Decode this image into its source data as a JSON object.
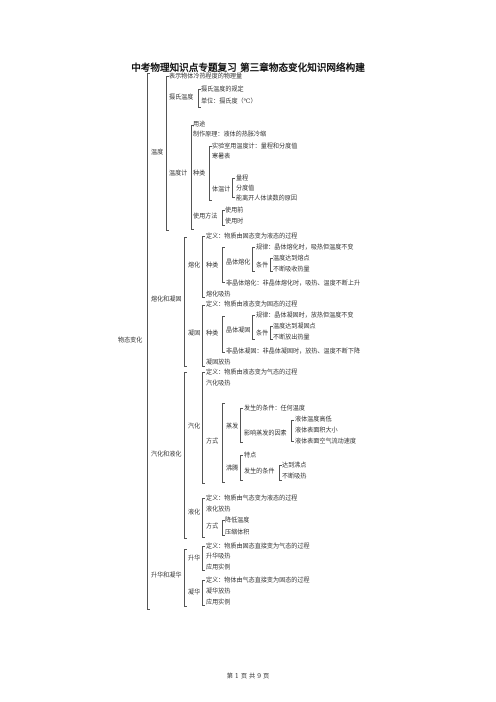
{
  "doc": {
    "title": "中考物理知识点专题复习  第三章物态变化知识网络构建",
    "footer": "第 1 页 共 9 页"
  },
  "tree": {
    "root": "物态变化",
    "temp": {
      "label": "温度",
      "intro": "表示物体冷热程度的物理量",
      "celsius": {
        "label": "摄氏温度",
        "def": "摄氏温度的规定",
        "unit": "单位：摄氏度（℃）"
      },
      "thermo": {
        "label": "温度计",
        "use": "用途",
        "principle": "制作原理：液体的热胀冷缩",
        "kinds": {
          "label": "种类",
          "lab": "实验室用温度计：量程和分度值",
          "cold": "寒暑表",
          "body": {
            "label": "体温计",
            "range": "量程",
            "div": "分度值",
            "reason": "能离开人体读数的原因"
          }
        },
        "method": {
          "label": "使用方法",
          "before": "使用前",
          "during": "使用时"
        }
      }
    },
    "melt": {
      "label": "熔化和凝固",
      "melting": {
        "label": "熔化",
        "def": "定义：物质由固态变为液态的过程",
        "kinds": "种类",
        "crystal": {
          "label": "晶体熔化",
          "rule": "规律：晶体熔化时，吸热但温度不变",
          "cond": {
            "label": "条件",
            "a": "温度达到熔点",
            "b": "不断吸收热量"
          }
        },
        "noncrystal": "非晶体熔化：非晶体熔化时，吸热、温度不断上升",
        "heat": "熔化吸热"
      },
      "freezing": {
        "label": "凝固",
        "def": "定义：物质由液态变为固态的过程",
        "kinds": "种类",
        "crystal": {
          "label": "晶体凝固",
          "rule": "规律：晶体凝固时，放热但温度不变",
          "cond": {
            "label": "条件",
            "a": "温度达到凝固点",
            "b": "不断放出热量"
          }
        },
        "noncrystal": "非晶体凝固：非晶体凝固时，放热、温度不断下降",
        "heat": "凝固放热"
      }
    },
    "vapor": {
      "label": "汽化和液化",
      "vaporize": {
        "label": "汽化",
        "def": "定义：物质由液态变为气态的过程",
        "heat": "汽化吸热",
        "ways": {
          "label": "方式",
          "evap": {
            "label": "蒸发",
            "cond": "发生的条件：任何温度",
            "factors": {
              "label": "影响蒸发的因素",
              "a": "液体温度高低",
              "b": "液体表面积大小",
              "c": "液体表面空气流动速度"
            }
          },
          "boil": {
            "label": "沸腾",
            "feature": "特点",
            "cond": {
              "label": "发生的条件",
              "a": "达到沸点",
              "b": "不断吸热"
            }
          }
        }
      },
      "liquefy": {
        "label": "液化",
        "def": "定义：物质由气态变为液态的过程",
        "heat": "液化放热",
        "ways": {
          "label": "方式",
          "a": "降低温度",
          "b": "压缩体积"
        }
      }
    },
    "sub": {
      "label": "升华和凝华",
      "sublimate": {
        "label": "升华",
        "def": "定义：物质由固态直接变为气态的过程",
        "heat": "升华吸热",
        "app": "应用实例"
      },
      "deposit": {
        "label": "凝华",
        "def": "定义：物体由气态直接变为固态的过程",
        "heat": "凝华放热",
        "app": "应用实例"
      }
    }
  }
}
